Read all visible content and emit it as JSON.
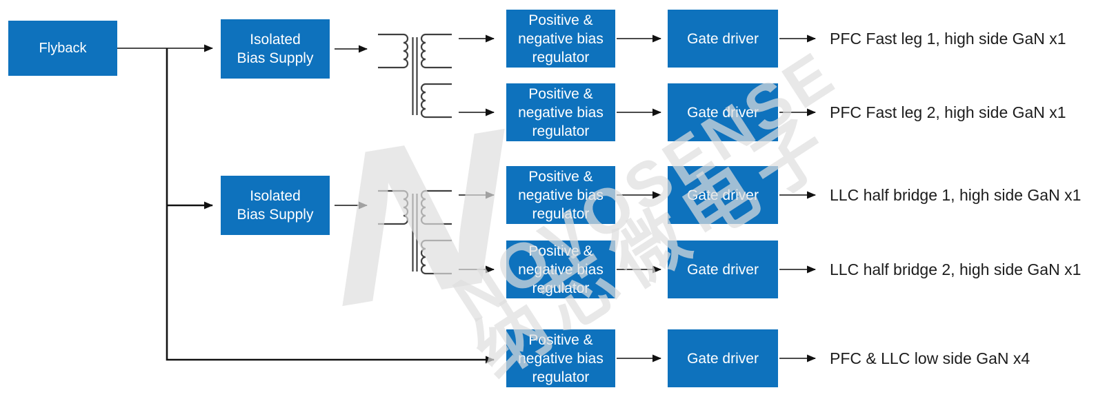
{
  "diagram": {
    "flyback": {
      "label": "Flyback"
    },
    "isolated_bias_supplies": [
      {
        "label": "Isolated\nBias Supply"
      },
      {
        "label": "Isolated\nBias Supply"
      }
    ],
    "regulator_label": "Positive &\nnegative bias\nregulator",
    "gate_driver_label": "Gate driver",
    "rows": [
      {
        "output_label": "PFC Fast leg 1, high side GaN x1"
      },
      {
        "output_label": "PFC Fast leg 2, high side GaN x1"
      },
      {
        "output_label": "LLC half bridge 1, high side GaN x1"
      },
      {
        "output_label": "LLC half bridge 2, high side GaN x1"
      },
      {
        "output_label": "PFC & LLC low side GaN x4"
      }
    ]
  },
  "watermark": {
    "monogram": "N",
    "brand": "NOVOSENSE",
    "chinese": "纳芯微电子"
  },
  "colors": {
    "block_fill": "#0e72bd",
    "block_text": "#ffffff",
    "connector": "#4a4a4a",
    "branch_line": "#111111",
    "transformer_stroke": "#3f3f3f",
    "output_text": "#1c1c1c",
    "watermark": "rgba(222,222,222,0.7)"
  }
}
